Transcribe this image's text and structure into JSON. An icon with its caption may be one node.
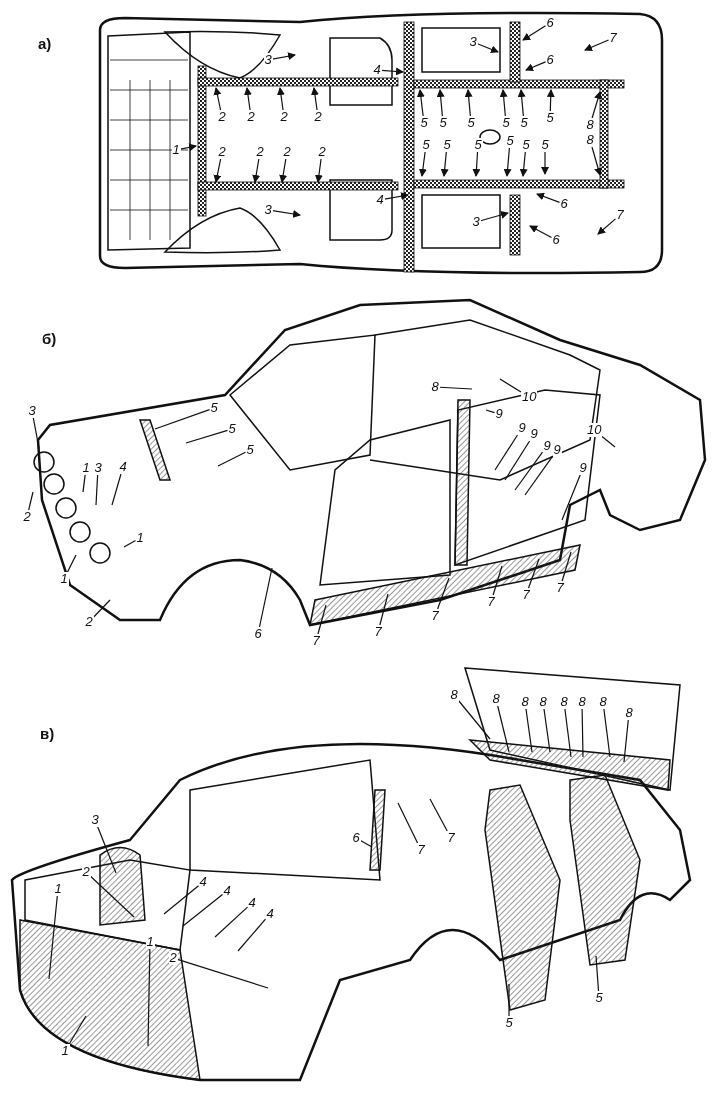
{
  "diagram": {
    "nodes": [
      {
        "text": [
          "1"
        ]
      },
      {
        "text": [
          "2"
        ]
      },
      {
        "text": [
          "2"
        ]
      },
      {
        "text": [
          "2"
        ]
      },
      {
        "text": [
          "2"
        ]
      },
      {
        "text": [
          "2"
        ]
      },
      {
        "text": [
          "2"
        ]
      },
      {
        "text": [
          "2"
        ]
      },
      {
        "text": [
          "2"
        ]
      },
      {
        "text": [
          "3"
        ]
      },
      {
        "text": [
          "3"
        ]
      },
      {
        "text": [
          "3"
        ]
      },
      {
        "text": [
          "3"
        ]
      },
      {
        "text": [
          "4"
        ]
      },
      {
        "text": [
          "4"
        ]
      },
      {
        "text": [
          "5"
        ]
      },
      {
        "text": [
          "5"
        ]
      },
      {
        "text": [
          "5"
        ]
      },
      {
        "text": [
          "5"
        ]
      },
      {
        "text": [
          "5"
        ]
      },
      {
        "text": [
          "5"
        ]
      },
      {
        "text": [
          "5"
        ]
      },
      {
        "text": [
          "5"
        ]
      },
      {
        "text": [
          "5"
        ]
      },
      {
        "text": [
          "5"
        ]
      },
      {
        "text": [
          "5"
        ]
      },
      {
        "text": [
          "5"
        ]
      },
      {
        "text": [
          "6"
        ]
      },
      {
        "text": [
          "6"
        ]
      },
      {
        "text": [
          "6"
        ]
      },
      {
        "text": [
          "6"
        ]
      },
      {
        "text": [
          "7"
        ]
      },
      {
        "text": [
          "7"
        ]
      },
      {
        "text": [
          "8"
        ]
      },
      {
        "text": [
          "8"
        ]
      },
      {
        "text": [
          "3"
        ]
      },
      {
        "text": [
          "2"
        ]
      },
      {
        "text": [
          "1"
        ]
      },
      {
        "text": [
          "3"
        ]
      },
      {
        "text": [
          "4"
        ]
      },
      {
        "text": [
          "1"
        ]
      },
      {
        "text": [
          "1"
        ]
      },
      {
        "text": [
          "2"
        ]
      },
      {
        "text": [
          "5"
        ]
      },
      {
        "text": [
          "5"
        ]
      },
      {
        "text": [
          "5"
        ]
      },
      {
        "text": [
          "6"
        ]
      },
      {
        "text": [
          "7"
        ]
      },
      {
        "text": [
          "7"
        ]
      },
      {
        "text": [
          "7"
        ]
      },
      {
        "text": [
          "7"
        ]
      },
      {
        "text": [
          "7"
        ]
      },
      {
        "text": [
          "7"
        ]
      },
      {
        "text": [
          "8"
        ]
      },
      {
        "text": [
          "10"
        ]
      },
      {
        "text": [
          "9"
        ]
      },
      {
        "text": [
          "9"
        ]
      },
      {
        "text": [
          "9"
        ]
      },
      {
        "text": [
          "9"
        ]
      },
      {
        "text": [
          "9"
        ]
      },
      {
        "text": [
          "9"
        ]
      },
      {
        "text": [
          "10"
        ]
      },
      {
        "text": [
          "3"
        ]
      },
      {
        "text": [
          "2"
        ]
      },
      {
        "text": [
          "1"
        ]
      },
      {
        "text": [
          "1"
        ]
      },
      {
        "text": [
          "1"
        ]
      },
      {
        "text": [
          "2"
        ]
      },
      {
        "text": [
          "4"
        ]
      },
      {
        "text": [
          "4"
        ]
      },
      {
        "text": [
          "4"
        ]
      },
      {
        "text": [
          "4"
        ]
      },
      {
        "text": [
          "6"
        ]
      },
      {
        "text": [
          "7"
        ]
      },
      {
        "text": [
          "7"
        ]
      },
      {
        "text": [
          "5"
        ]
      },
      {
        "text": [
          "5"
        ]
      },
      {
        "text": [
          "8"
        ]
      },
      {
        "text": [
          "8"
        ]
      },
      {
        "text": [
          "8"
        ]
      },
      {
        "text": [
          "8"
        ]
      },
      {
        "text": [
          "8"
        ]
      },
      {
        "text": [
          "8"
        ]
      },
      {
        "text": [
          "8"
        ]
      },
      {
        "text": [
          "8"
        ]
      }
    ],
    "edges": [
      {
        "from": 0,
        "to": null,
        "arrow": "to"
      },
      {
        "from": 1,
        "to": null,
        "arrow": "to"
      },
      {
        "from": 2,
        "to": null,
        "arrow": "to"
      },
      {
        "from": 3,
        "to": null,
        "arrow": "to"
      },
      {
        "from": 4,
        "to": null,
        "arrow": "to"
      },
      {
        "from": 5,
        "to": null,
        "arrow": "to"
      },
      {
        "from": 6,
        "to": null,
        "arrow": "to"
      },
      {
        "from": 7,
        "to": null,
        "arrow": "to"
      },
      {
        "from": 8,
        "to": null,
        "arrow": "to"
      },
      {
        "from": 9,
        "to": null,
        "arrow": "to"
      },
      {
        "from": 10,
        "to": null,
        "arrow": "to"
      },
      {
        "from": 11,
        "to": null,
        "arrow": "to"
      },
      {
        "from": 12,
        "to": null,
        "arrow": "to"
      },
      {
        "from": 13,
        "to": null,
        "arrow": "to"
      },
      {
        "from": 14,
        "to": null,
        "arrow": "to"
      },
      {
        "from": 15,
        "to": null,
        "arrow": "to"
      },
      {
        "from": 16,
        "to": null,
        "arrow": "to"
      },
      {
        "from": 17,
        "to": null,
        "arrow": "to"
      },
      {
        "from": 18,
        "to": null,
        "arrow": "to"
      },
      {
        "from": 19,
        "to": null,
        "arrow": "to"
      },
      {
        "from": 20,
        "to": null,
        "arrow": "to"
      },
      {
        "from": 21,
        "to": null,
        "arrow": "to"
      },
      {
        "from": 22,
        "to": null,
        "arrow": "to"
      },
      {
        "from": 23,
        "to": null,
        "arrow": "to"
      },
      {
        "from": 24,
        "to": null,
        "arrow": "to"
      },
      {
        "from": 25,
        "to": null,
        "arrow": "to"
      },
      {
        "from": 26,
        "to": null,
        "arrow": "to"
      },
      {
        "from": 27,
        "to": null,
        "arrow": "to"
      },
      {
        "from": 28,
        "to": null,
        "arrow": "to"
      },
      {
        "from": 29,
        "to": null,
        "arrow": "to"
      },
      {
        "from": 30,
        "to": null,
        "arrow": "to"
      },
      {
        "from": 31,
        "to": null,
        "arrow": "to"
      },
      {
        "from": 32,
        "to": null,
        "arrow": "to"
      },
      {
        "from": 33,
        "to": null,
        "arrow": "to"
      },
      {
        "from": 34,
        "to": null,
        "arrow": "to"
      },
      {
        "from": 35,
        "to": null,
        "arrow": "none"
      },
      {
        "from": 36,
        "to": null,
        "arrow": "none"
      },
      {
        "from": 37,
        "to": null,
        "arrow": "none"
      },
      {
        "from": 38,
        "to": null,
        "arrow": "none"
      },
      {
        "from": 39,
        "to": null,
        "arrow": "none"
      },
      {
        "from": 40,
        "to": null,
        "arrow": "none"
      },
      {
        "from": 41,
        "to": null,
        "arrow": "none"
      },
      {
        "from": 42,
        "to": null,
        "arrow": "none"
      },
      {
        "from": 43,
        "to": null,
        "arrow": "none"
      },
      {
        "from": 44,
        "to": null,
        "arrow": "none"
      },
      {
        "from": 45,
        "to": null,
        "arrow": "none"
      },
      {
        "from": 46,
        "to": null,
        "arrow": "none"
      },
      {
        "from": 47,
        "to": null,
        "arrow": "none"
      },
      {
        "from": 48,
        "to": null,
        "arrow": "none"
      },
      {
        "from": 49,
        "to": null,
        "arrow": "none"
      },
      {
        "from": 50,
        "to": null,
        "arrow": "none"
      },
      {
        "from": 51,
        "to": null,
        "arrow": "none"
      },
      {
        "from": 52,
        "to": null,
        "arrow": "none"
      },
      {
        "from": 53,
        "to": null,
        "arrow": "none"
      },
      {
        "from": 54,
        "to": null,
        "arrow": "none"
      },
      {
        "from": 55,
        "to": null,
        "arrow": "none"
      },
      {
        "from": 56,
        "to": null,
        "arrow": "none"
      },
      {
        "from": 57,
        "to": null,
        "arrow": "none"
      },
      {
        "from": 58,
        "to": null,
        "arrow": "none"
      },
      {
        "from": 59,
        "to": null,
        "arrow": "none"
      },
      {
        "from": 60,
        "to": null,
        "arrow": "none"
      },
      {
        "from": 61,
        "to": null,
        "arrow": "none"
      },
      {
        "from": 62,
        "to": null,
        "arrow": "none"
      },
      {
        "from": 63,
        "to": null,
        "arrow": "none"
      },
      {
        "from": 64,
        "to": null,
        "arrow": "none"
      },
      {
        "from": 65,
        "to": null,
        "arrow": "none"
      },
      {
        "from": 66,
        "to": null,
        "arrow": "none"
      },
      {
        "from": 67,
        "to": null,
        "arrow": "none"
      },
      {
        "from": 68,
        "to": null,
        "arrow": "none"
      },
      {
        "from": 69,
        "to": null,
        "arrow": "none"
      },
      {
        "from": 70,
        "to": null,
        "arrow": "none"
      },
      {
        "from": 71,
        "to": null,
        "arrow": "none"
      },
      {
        "from": 72,
        "to": null,
        "arrow": "none"
      },
      {
        "from": 73,
        "to": null,
        "arrow": "none"
      },
      {
        "from": 74,
        "to": null,
        "arrow": "none"
      },
      {
        "from": 75,
        "to": null,
        "arrow": "none"
      },
      {
        "from": 76,
        "to": null,
        "arrow": "none"
      },
      {
        "from": 77,
        "to": null,
        "arrow": "none"
      },
      {
        "from": 78,
        "to": null,
        "arrow": "none"
      },
      {
        "from": 79,
        "to": null,
        "arrow": "none"
      },
      {
        "from": 80,
        "to": null,
        "arrow": "none"
      },
      {
        "from": 81,
        "to": null,
        "arrow": "none"
      },
      {
        "from": 82,
        "to": null,
        "arrow": "none"
      },
      {
        "from": 83,
        "to": null,
        "arrow": "none"
      },
      {
        "from": 84,
        "to": null,
        "arrow": "none"
      }
    ],
    "labels": [
      "а)",
      "б)",
      "в)"
    ]
  }
}
